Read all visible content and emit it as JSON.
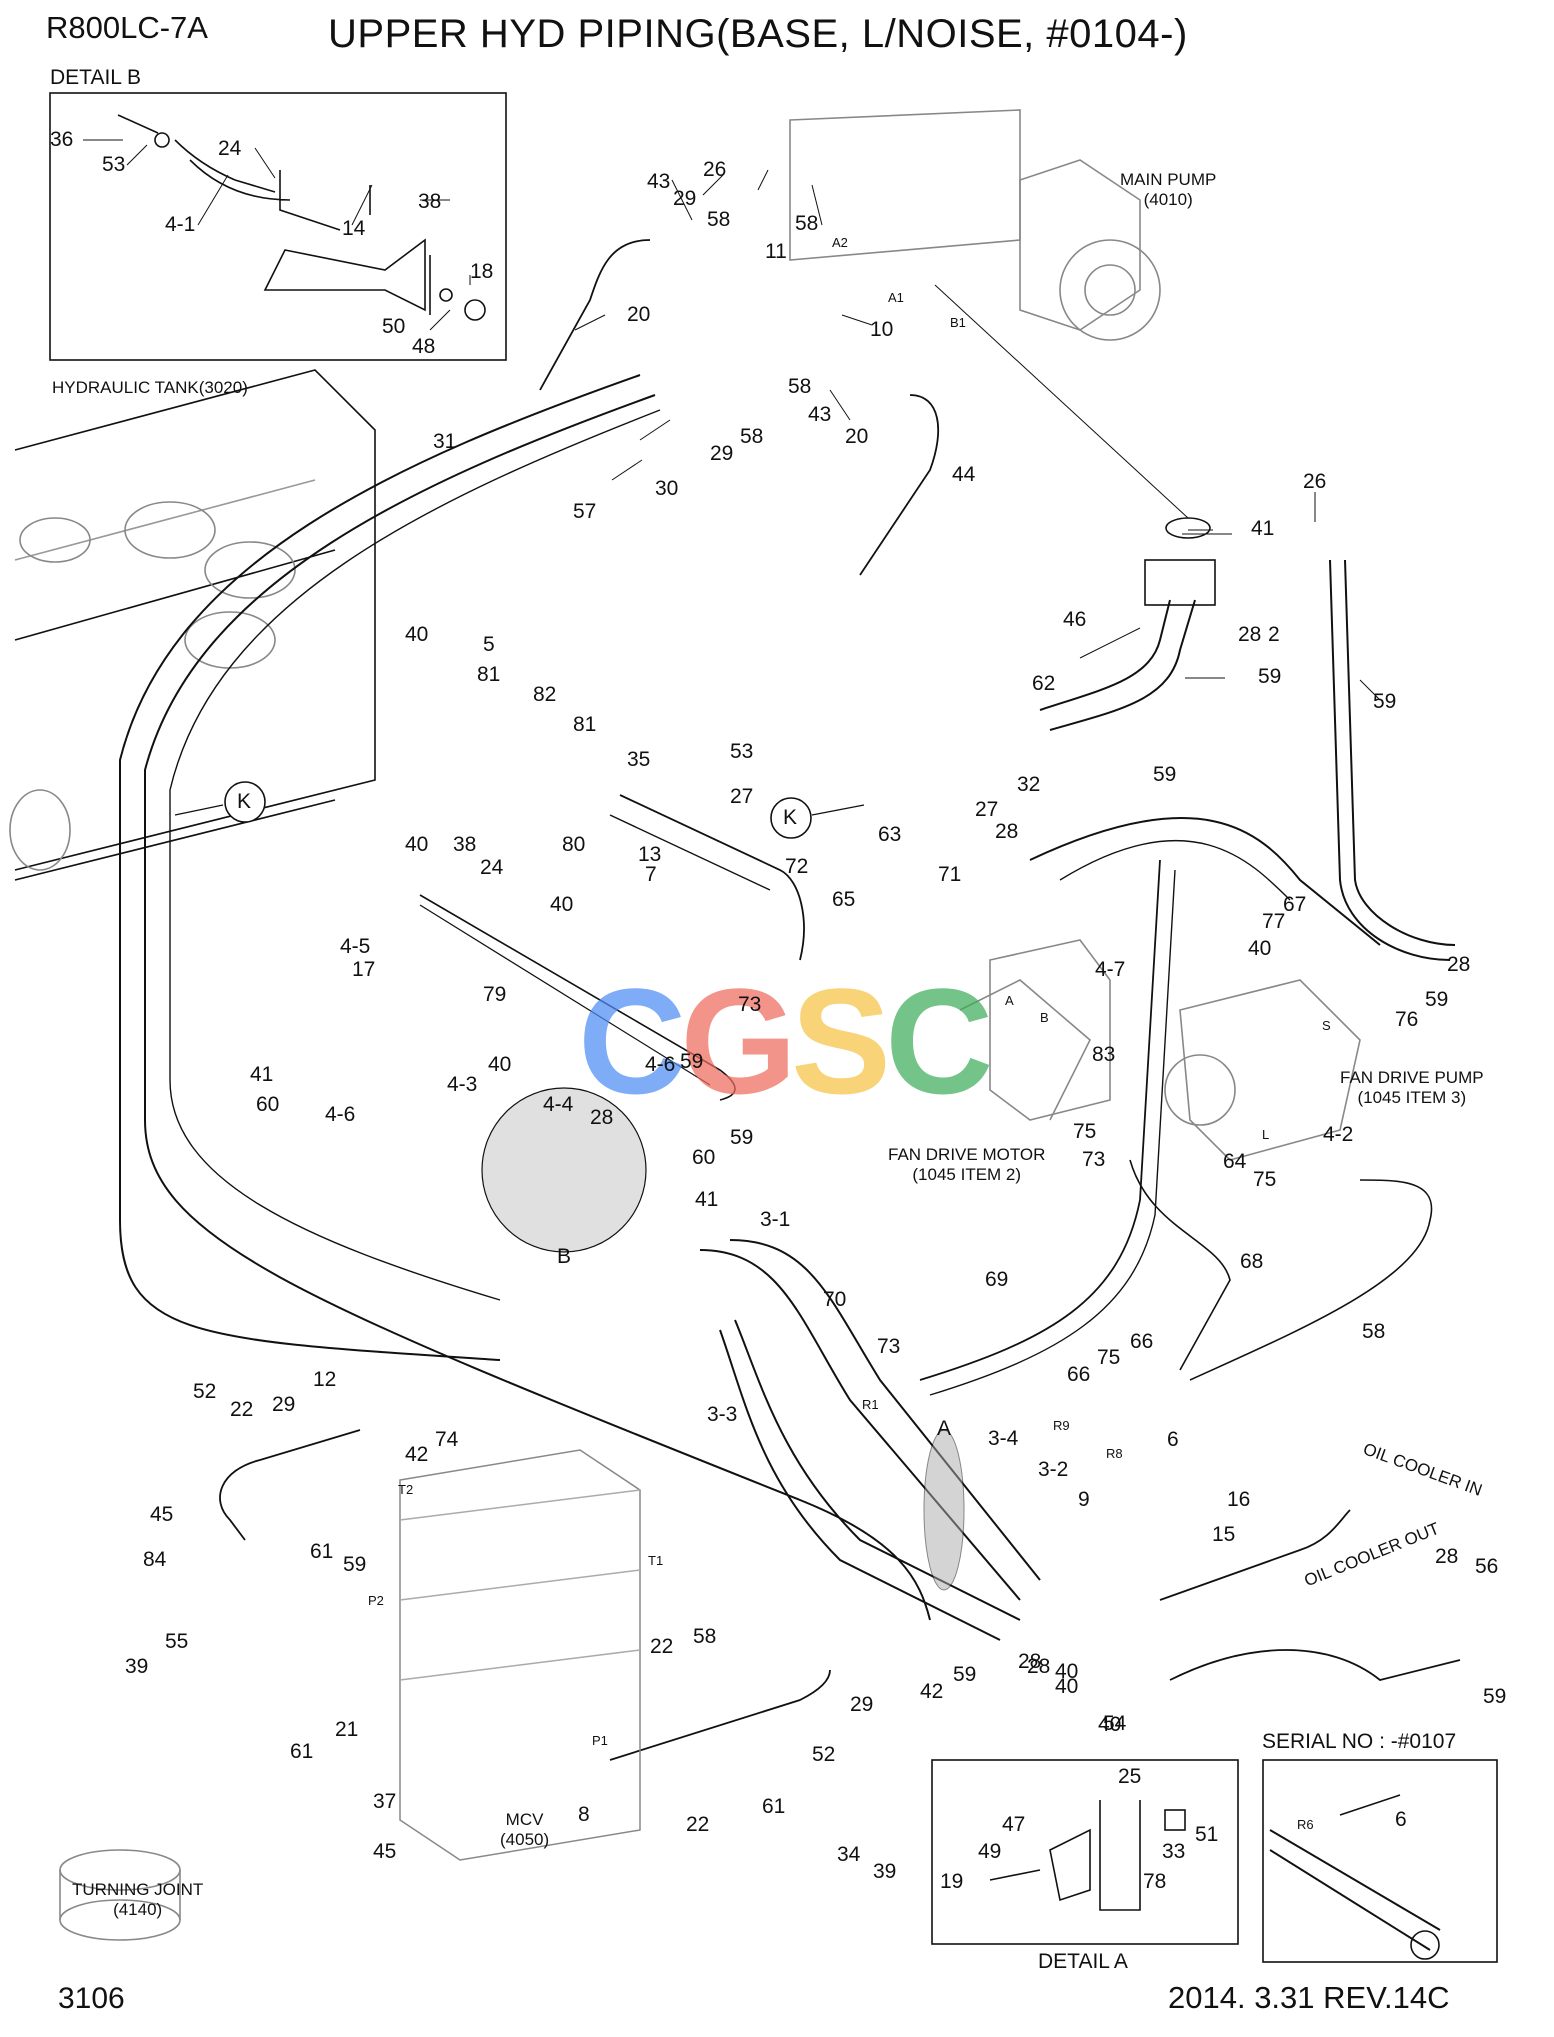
{
  "header": {
    "model": "R800LC-7A",
    "title": "UPPER HYD PIPING(BASE, L/NOISE, #0104-)"
  },
  "footer": {
    "page_number": "3106",
    "revision": "2014. 3.31  REV.14C"
  },
  "detail_b": {
    "label": "DETAIL B"
  },
  "detail_a": {
    "label": "DETAIL A"
  },
  "serial_box": {
    "label": "SERIAL NO : -#0107"
  },
  "components": {
    "main_pump": {
      "name": "MAIN PUMP",
      "code": "(4010)"
    },
    "hydraulic_tank": {
      "name": "HYDRAULIC TANK(3020)"
    },
    "fan_drive_pump": {
      "name": "FAN DRIVE PUMP",
      "code": "(1045 ITEM 3)"
    },
    "fan_drive_motor": {
      "name": "FAN DRIVE MOTOR",
      "code": "(1045 ITEM 2)"
    },
    "mcv": {
      "name": "MCV",
      "code": "(4050)"
    },
    "turning_joint": {
      "name": "TURNING JOINT",
      "code": "(4140)"
    },
    "oil_cooler_in": "OIL COOLER IN",
    "oil_cooler_out": "OIL COOLER OUT"
  },
  "port_labels": [
    "A2",
    "A1",
    "B1",
    "T2",
    "T1",
    "P2",
    "P1",
    "R1",
    "R9",
    "R8",
    "R6",
    "A",
    "B",
    "S",
    "L"
  ],
  "view_markers": {
    "k": "K",
    "b": "B",
    "a": "A"
  },
  "callouts": [
    "36",
    "53",
    "24",
    "4-1",
    "14",
    "38",
    "18",
    "50",
    "48",
    "43",
    "29",
    "26",
    "58",
    "11",
    "58",
    "10",
    "58",
    "58",
    "29",
    "43",
    "20",
    "20",
    "44",
    "30",
    "31",
    "57",
    "41",
    "26",
    "46",
    "59",
    "28",
    "2",
    "62",
    "59",
    "40",
    "5",
    "81",
    "82",
    "81",
    "35",
    "53",
    "27",
    "32",
    "27",
    "63",
    "59",
    "28",
    "40",
    "38",
    "24",
    "80",
    "13",
    "7",
    "40",
    "72",
    "65",
    "71",
    "67",
    "77",
    "40",
    "28",
    "59",
    "76",
    "4-7",
    "4-5",
    "17",
    "79",
    "59",
    "73",
    "83",
    "75",
    "73",
    "64",
    "75",
    "4-2",
    "41",
    "60",
    "4-6",
    "4-3",
    "40",
    "4-6",
    "4-4",
    "28",
    "59",
    "60",
    "41",
    "3-1",
    "70",
    "69",
    "68",
    "58",
    "12",
    "52",
    "22",
    "29",
    "42",
    "74",
    "73",
    "66",
    "75",
    "66",
    "6",
    "3-3",
    "3-4",
    "3-2",
    "9",
    "45",
    "84",
    "61",
    "59",
    "28",
    "40",
    "40",
    "16",
    "15",
    "59",
    "28",
    "56",
    "55",
    "39",
    "21",
    "61",
    "22",
    "58",
    "29",
    "42",
    "59",
    "28",
    "40",
    "54",
    "37",
    "45",
    "8",
    "22",
    "61",
    "52",
    "34",
    "39",
    "25",
    "47",
    "51",
    "49",
    "33",
    "19",
    "78",
    "6"
  ],
  "watermark": {
    "text": "CGSC",
    "colors": [
      "#4f8df5",
      "#ef6b5e",
      "#f6c343",
      "#3fae5d"
    ]
  }
}
